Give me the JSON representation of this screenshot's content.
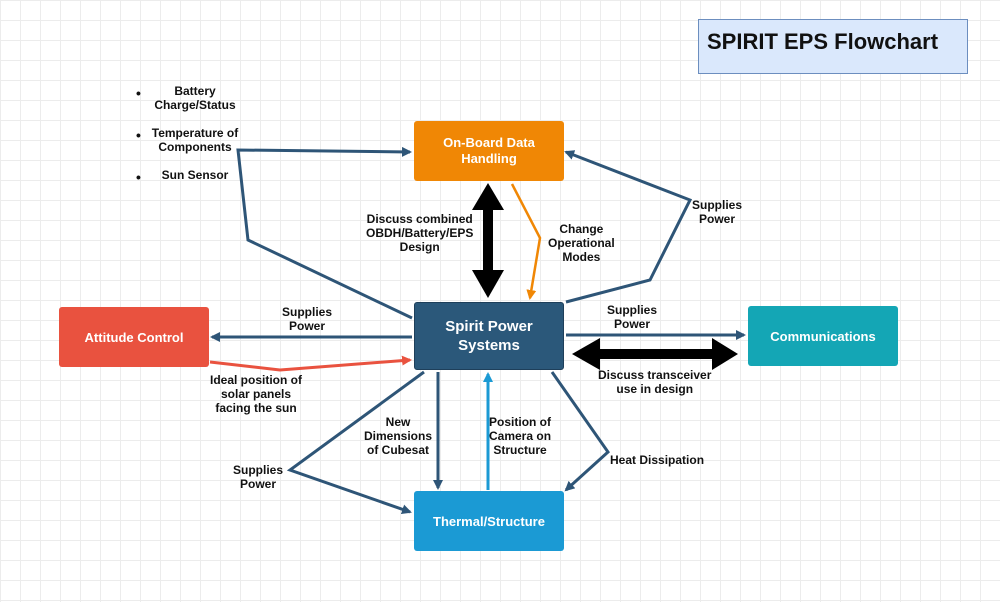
{
  "title": "SPIRIT EPS Flowchart",
  "bullets": [
    {
      "line1": "Battery",
      "line2": "Charge/Status"
    },
    {
      "line1": "Temperature of",
      "line2": "Components"
    },
    {
      "line1": "Sun Sensor",
      "line2": ""
    }
  ],
  "nodes": {
    "obdh": {
      "line1": "On-Board Data",
      "line2": "Handling",
      "color": "#f08705"
    },
    "power": {
      "line1": "Spirit Power",
      "line2": "Systems",
      "color": "#2b587a"
    },
    "attitude": {
      "label": "Attitude Control",
      "color": "#e9523f"
    },
    "comms": {
      "label": "Communications",
      "color": "#14a6b5"
    },
    "thermal": {
      "label": "Thermal/Structure",
      "color": "#1b9ad4"
    }
  },
  "labels": {
    "discuss_obdh": [
      "Discuss combined",
      "OBDH/Battery/EPS",
      "Design"
    ],
    "change_modes": [
      "Change",
      "Operational",
      "Modes"
    ],
    "supplies_obdh": [
      "Supplies",
      "Power"
    ],
    "supplies_attitude": [
      "Supplies",
      "Power"
    ],
    "supplies_comms": [
      "Supplies",
      "Power"
    ],
    "ideal_position": [
      "Ideal position of",
      "solar panels",
      "facing the sun"
    ],
    "discuss_transceiver": [
      "Discuss transceiver",
      "use in design"
    ],
    "new_dimensions": [
      "New",
      "Dimensions",
      "of Cubesat"
    ],
    "camera_position": [
      "Position of",
      "Camera on",
      "Structure"
    ],
    "supplies_thermal": [
      "Supplies",
      "Power"
    ],
    "heat_dissipation": [
      "Heat Dissipation"
    ]
  },
  "colors": {
    "link": "#2e5577",
    "orange_link": "#f08705",
    "red_link": "#e9523f",
    "blue_link": "#1b9ad4",
    "bidirectional": "#000000"
  }
}
